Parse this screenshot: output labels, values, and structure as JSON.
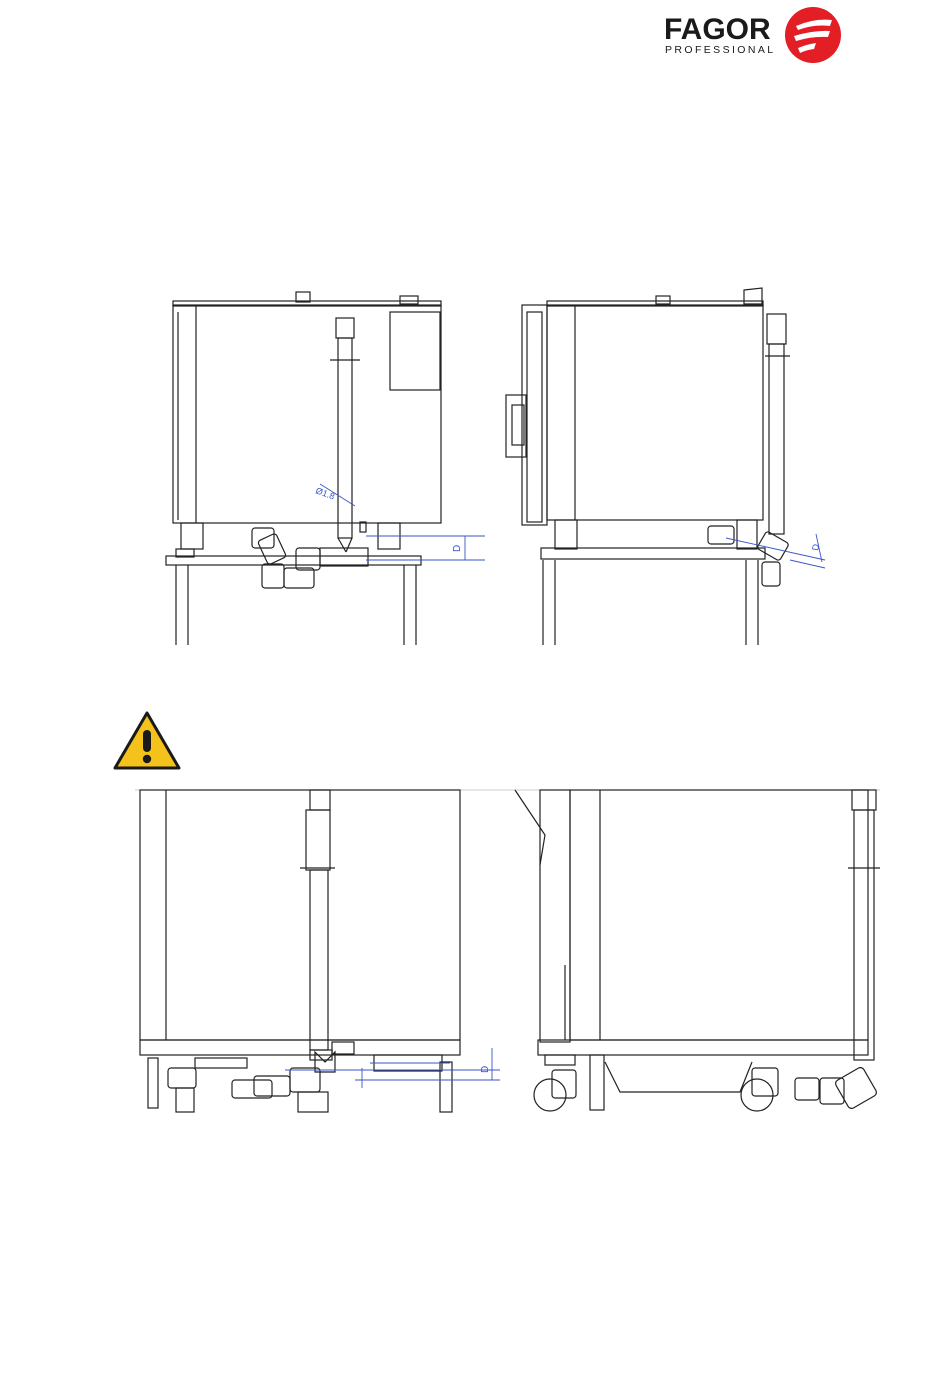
{
  "brand": {
    "name": "FAGOR",
    "tagline": "PROFESSIONAL",
    "color": "#e31e24"
  },
  "figure_top": {
    "left_view": {
      "slope_label": "Ø1.8",
      "dim_label": "D"
    },
    "right_view": {
      "dim_label": "D"
    }
  },
  "warning": {
    "icon": "warning-triangle-icon",
    "fill": "#f4c21a",
    "stroke": "#1a1a1a"
  },
  "figure_bottom": {
    "left_view": {
      "dim_label": "D"
    }
  }
}
